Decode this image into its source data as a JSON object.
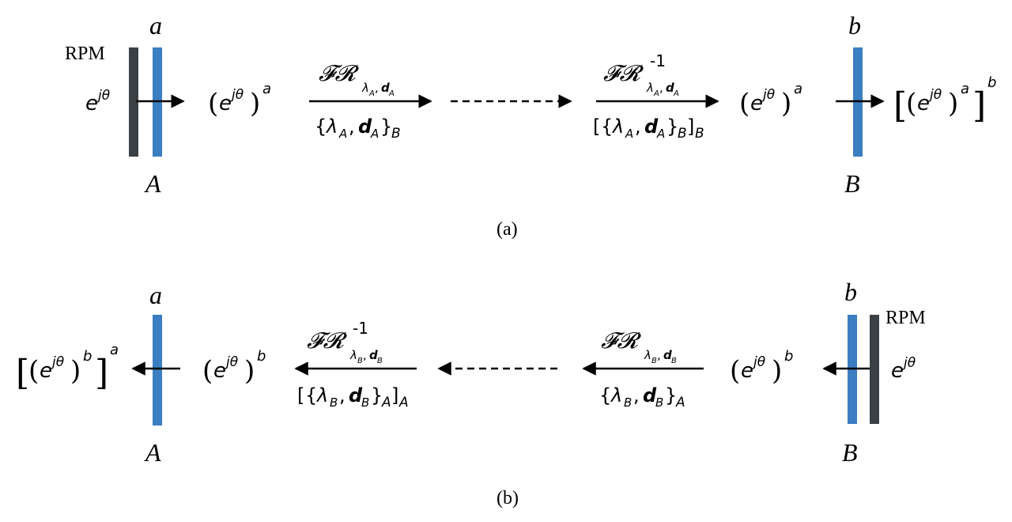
{
  "colors": {
    "blue": "#3b7ec2",
    "dark": "#3b4044",
    "ink": "#000000"
  },
  "a": {
    "rpm_label": "RPM",
    "mask_a_top": "a",
    "mask_a_bottom": "A",
    "input_e": "e",
    "input_exp": "jθ",
    "state1_base": "e",
    "state1_exp": "jθ",
    "state1_power": "a",
    "fr_top": "𝓕𝓡",
    "fr_sub": "λA, dA",
    "fr_bottom_lambda": "λ",
    "fr_bottom_sub_a": "A",
    "fr_bottom_d": "d",
    "fr_bottom_sub_d": "A",
    "fr_bottom_outer": "B",
    "ifr_top": "𝓕𝓡",
    "ifr_inv": "-1",
    "ifr_sub": "λA, dA",
    "ifr_bottom_sub_outer": "B",
    "state2_power": "a",
    "mask_b_top": "b",
    "mask_b_bottom": "B",
    "out_inner": "a",
    "out_outer": "b",
    "caption": "(a)"
  },
  "b": {
    "rpm_label": "RPM",
    "mask_a_top": "a",
    "mask_a_bottom": "A",
    "mask_b_top": "b",
    "mask_b_bottom": "B",
    "out_inner": "b",
    "out_outer": "a",
    "state_left_power": "b",
    "state_right_power": "b",
    "ifr_inv": "-1",
    "ifr_bottom_outer": "A",
    "fr_bottom_outer": "A",
    "caption": "(b)"
  }
}
